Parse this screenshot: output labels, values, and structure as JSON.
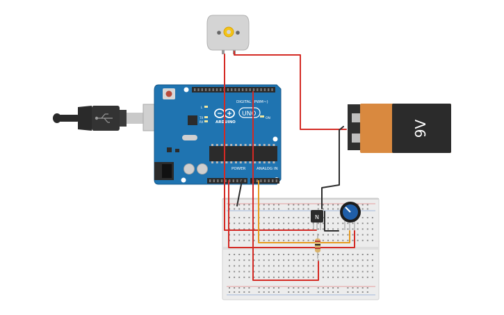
{
  "arduino": {
    "logo_text": "ARDUINO",
    "model_text": "UNO",
    "digital_label": "DIGITAL (PWM~)",
    "power_label": "POWER",
    "analog_label": "ANALOG IN",
    "on_label": "ON",
    "tx_label": "TX",
    "rx_label": "RX",
    "l_label": "L",
    "board_color": "#1f74b1"
  },
  "battery": {
    "label": "9V",
    "body_color": "#d9893f",
    "cap_color": "#2f2f2f"
  },
  "transistor": {
    "label": "N"
  },
  "wires": {
    "red": "#d42a24",
    "black": "#2b2b2b",
    "orange": "#e79a1e"
  }
}
